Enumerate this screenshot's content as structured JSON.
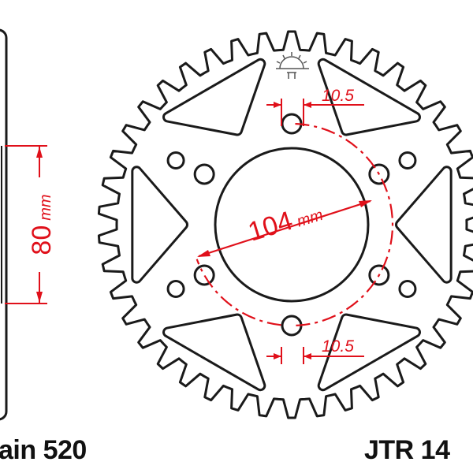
{
  "colors": {
    "outline": "#1a1a1a",
    "dimension": "#e0101a"
  },
  "side_view": {
    "dimension_value": "80",
    "dimension_unit": "mm"
  },
  "front_view": {
    "pcd_value": "104",
    "pcd_unit": "mm",
    "slot_width_top": "10.5",
    "slot_width_bottom": "10.5",
    "logo_icon": "rising-sun-logo-icon"
  },
  "footer": {
    "chain_label": "ain 520",
    "part_number": "JTR 14"
  }
}
